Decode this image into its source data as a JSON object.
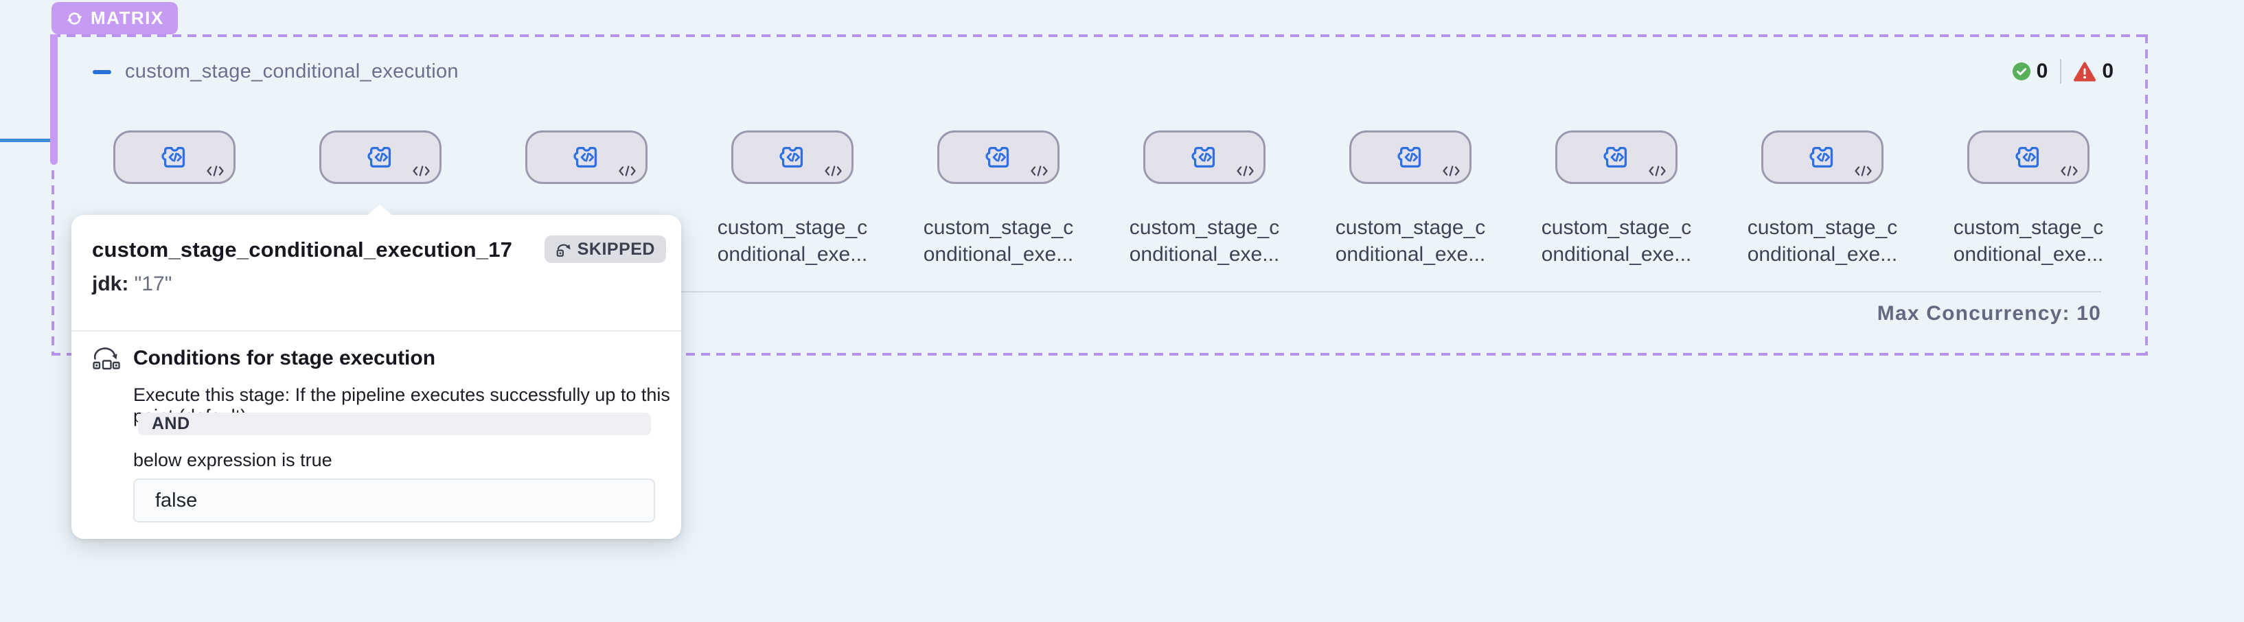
{
  "badge": {
    "label": "MATRIX"
  },
  "matrix": {
    "title": "custom_stage_conditional_execution",
    "success_count": "0",
    "warning_count": "0",
    "max_concurrency_label": "Max Concurrency: 10"
  },
  "stage_label": {
    "line1": "custom_stage_c",
    "line2": "onditional_exe..."
  },
  "stages": [
    {
      "show_label": false
    },
    {
      "show_label": false
    },
    {
      "show_label": false
    },
    {
      "show_label": true
    },
    {
      "show_label": true
    },
    {
      "show_label": true
    },
    {
      "show_label": true
    },
    {
      "show_label": true
    },
    {
      "show_label": true
    },
    {
      "show_label": true
    }
  ],
  "popover": {
    "title": "custom_stage_conditional_execution_17",
    "status_label": "SKIPPED",
    "var_key": "jdk:",
    "var_value": " \"17\"",
    "conditions": {
      "heading": "Conditions for stage execution",
      "description": "Execute this stage: If the pipeline executes successfully up to this point (default)",
      "operator": "AND",
      "expression_note": "below expression is true",
      "expression_value": "false"
    }
  },
  "colors": {
    "page_bg": "#edf4f9",
    "badge_purple": "#c59bf3",
    "dash_purple": "#b593ef",
    "node_fill": "#e3e2ea",
    "node_border": "#9b99ae",
    "node_icon_blue": "#2e6fe2",
    "connector_blue": "#3d8cdb",
    "success_green": "#57ae5b",
    "warning_red": "#d8473c"
  }
}
